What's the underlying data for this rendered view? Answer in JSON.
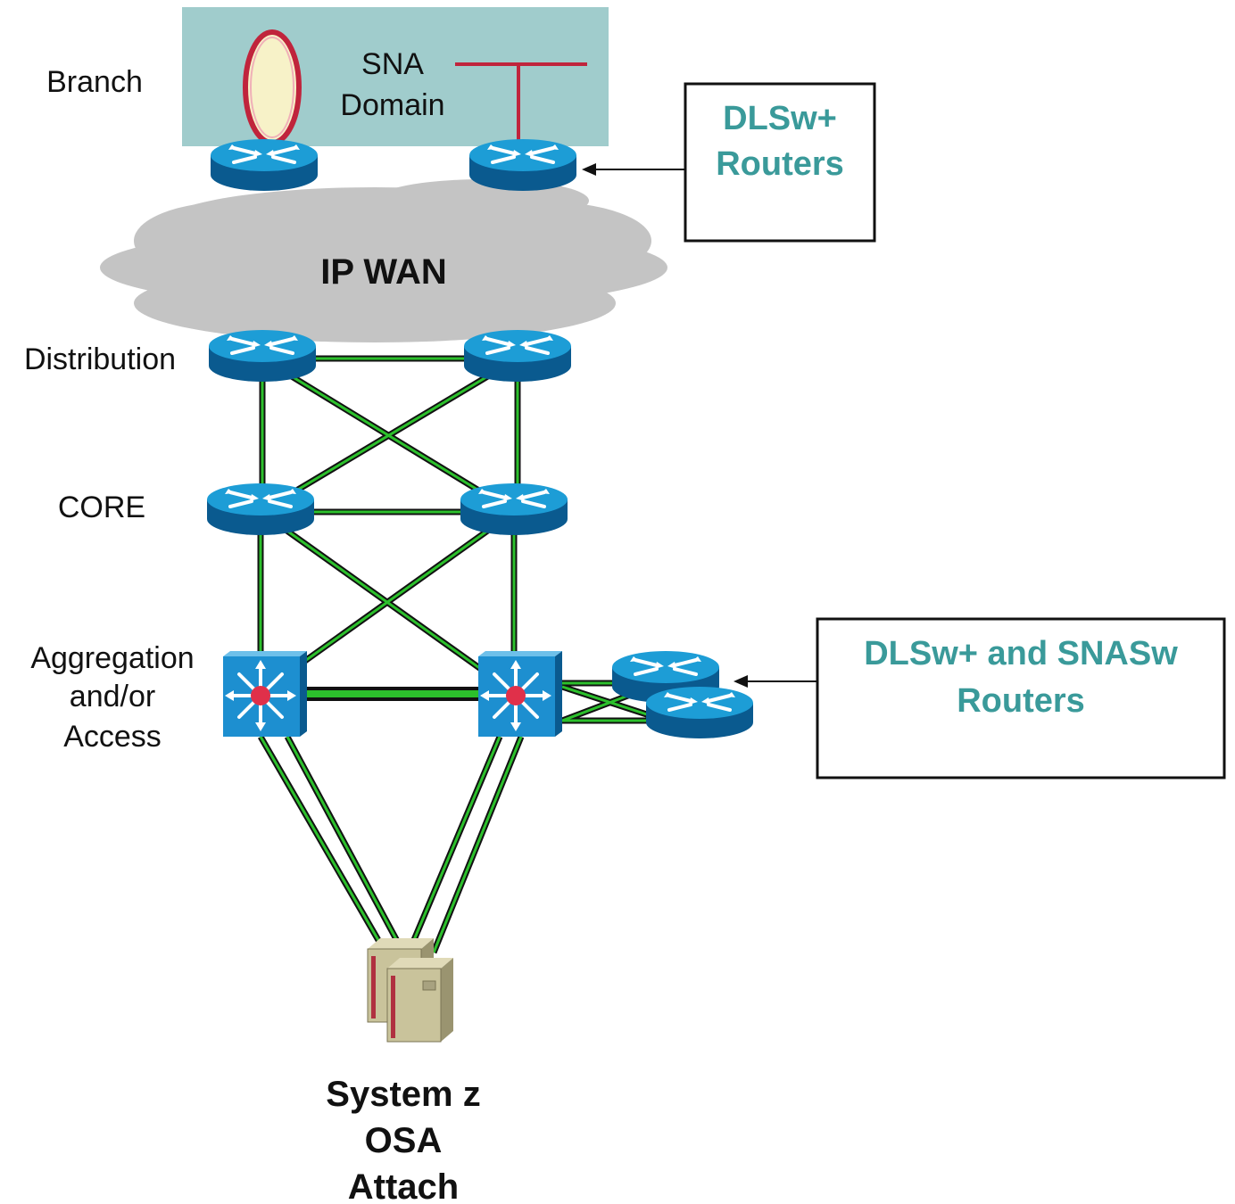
{
  "colors": {
    "branch_box": "#a0cccc",
    "router_top": "#1d9dd6",
    "router_side": "#0a5a8f",
    "link_green": "#2cc02c",
    "link_dark": "#111111",
    "callout_text": "#3a9a9a",
    "sna_red": "#c0243c",
    "cloud": "#c4c4c4",
    "host": "#c9c39b"
  },
  "labels": {
    "branch": "Branch",
    "sna_line1": "SNA",
    "sna_line2": "Domain",
    "ip_wan": "IP WAN",
    "distribution": "Distribution",
    "core": "CORE",
    "agg_line1": "Aggregation",
    "agg_line2": "and/or",
    "agg_line3": "Access",
    "host_line1": "System z",
    "host_line2": "OSA",
    "host_line3": "Attach"
  },
  "callouts": {
    "dlsw_line1": "DLSw+",
    "dlsw_line2": "Routers",
    "snasw_line1": "DLSw+ and SNASw",
    "snasw_line2": "Routers"
  },
  "icons": {
    "router": "router-icon",
    "switch": "layer3-switch-icon",
    "host": "mainframe-icon",
    "token_ring": "token-ring-icon",
    "cloud": "cloud-icon"
  }
}
